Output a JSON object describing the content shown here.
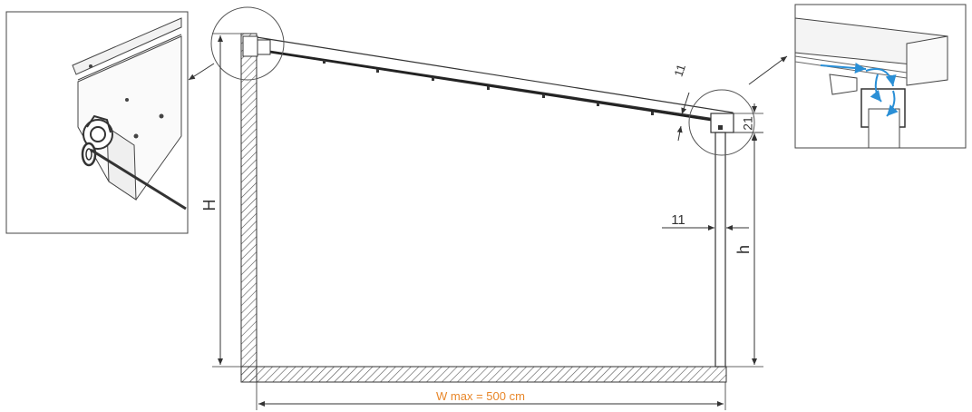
{
  "labels": {
    "height_total": "H",
    "height_post": "h",
    "roof_thickness": "11",
    "gutter_height": "21",
    "post_width": "11",
    "width_max": "W max = 500 cm"
  },
  "colors": {
    "line": "#333333",
    "hatch": "#555555",
    "accent": "#e8872a",
    "water_arrow": "#2a8fd6"
  }
}
